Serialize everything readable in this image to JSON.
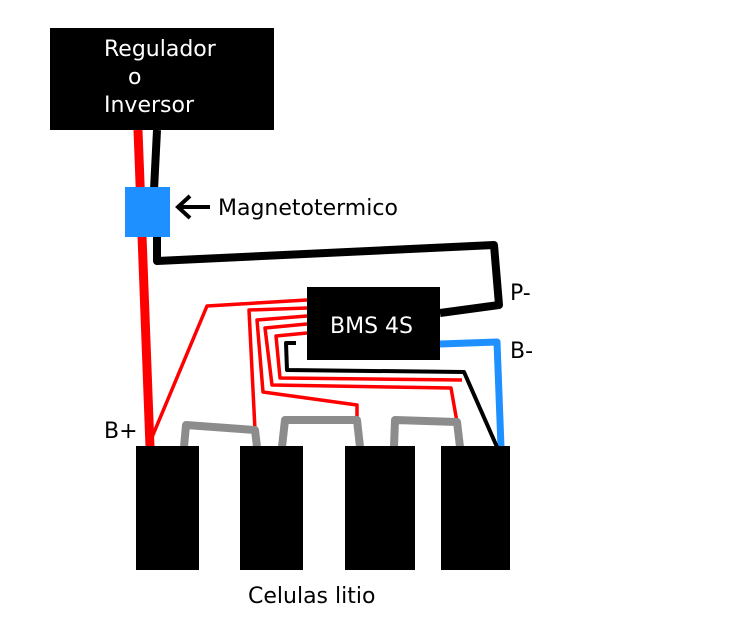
{
  "regulator": {
    "line1": "Regulador",
    "line2": "o",
    "line3": "Inversor"
  },
  "breaker": {
    "label": "Magnetotermico"
  },
  "bms": {
    "label": "BMS 4S"
  },
  "terminals": {
    "p_minus": "P-",
    "b_minus": "B-",
    "b_plus": "B+"
  },
  "cells": {
    "caption": "Celulas litio",
    "count": 4
  },
  "colors": {
    "positive_wire": "#ff0000",
    "negative_wire": "#000000",
    "b_minus_wire": "#1e90ff",
    "breaker": "#1e90ff",
    "cell_bridge": "#8c8c8c",
    "block": "#000000"
  }
}
